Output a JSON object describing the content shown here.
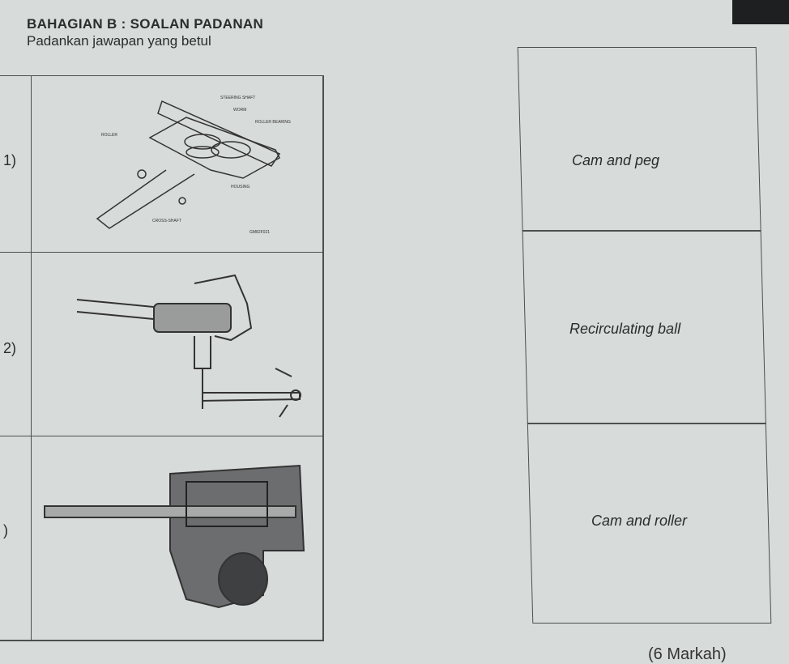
{
  "header": {
    "title": "BAHAGIAN  B : SOALAN PADANAN",
    "instruction": "Padankan  jawapan yang betul"
  },
  "questions": [
    {
      "number": "1)",
      "labels": [
        "STEERING SHAFT",
        "WORM",
        "ROLLER BEARING",
        "ROLLER",
        "HOUSING",
        "CROSS-SHAFT",
        "GM82F021"
      ]
    },
    {
      "number": "2)"
    },
    {
      "number": ")"
    }
  ],
  "answers": [
    "Cam and peg",
    "Recirculating ball",
    "Cam and roller"
  ],
  "footer": {
    "marks": "(6 Markah)"
  }
}
